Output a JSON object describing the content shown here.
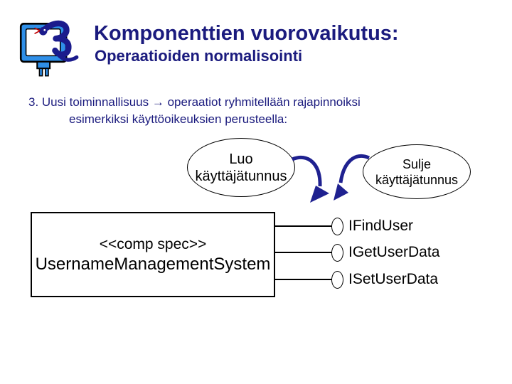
{
  "slide": {
    "title": "Komponenttien vuorovaikutus:",
    "subtitle": "Operaatioiden normalisointi",
    "body_line1": "3. Uusi toiminnallisuus → operaatiot ryhmitellään rajapinnoiksi",
    "body_line2": "esimerkiksi käyttöoikeuksien perusteella:"
  },
  "diagram": {
    "use_cases": [
      {
        "id": "luo",
        "lines": [
          "Luo",
          "käyttäjätunnus"
        ]
      },
      {
        "id": "sulje",
        "lines": [
          "Sulje",
          "käyttäjätunnus"
        ]
      }
    ],
    "component": {
      "stereotype": "<<comp spec>>",
      "name": "UsernameManagementSystem"
    },
    "interfaces": [
      "IFindUser",
      "IGetUserData",
      "ISetUserData"
    ],
    "arrows": [
      {
        "from": "Luo käyttäjätunnus",
        "to": "interface area"
      },
      {
        "from": "Sulje käyttäjätunnus",
        "to": "interface area"
      }
    ]
  },
  "colors": {
    "heading_navy": "#1b1b7e",
    "arrow_navy": "#1f2190",
    "logo_monitor_blue": "#2f8fe8",
    "logo_snake_navy": "#1b1b8c",
    "logo_tongue_red": "#c00000",
    "diagram_stroke": "#000000",
    "background": "#ffffff"
  }
}
